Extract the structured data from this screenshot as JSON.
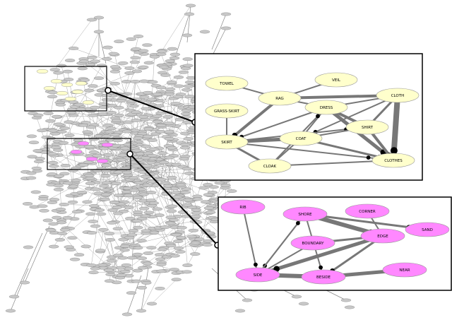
{
  "colors": {
    "background": "#ffffff",
    "network_node": "#c8c8c8",
    "network_edge": "#555555",
    "clothing_cluster": "#ffffcc",
    "place_cluster": "#ff88ff",
    "highlight_box_edge": "#000000",
    "inset_edge": "#777777"
  },
  "clothing_inset": {
    "nodes": [
      {
        "id": "towel",
        "label": "TOWEL"
      },
      {
        "id": "veil",
        "label": "VEIL"
      },
      {
        "id": "rag",
        "label": "RAG"
      },
      {
        "id": "cloth",
        "label": "CLOTH"
      },
      {
        "id": "dress",
        "label": "DRESS"
      },
      {
        "id": "grass_skirt",
        "label": "GRASS-SKIRT"
      },
      {
        "id": "shirt",
        "label": "SHIRT"
      },
      {
        "id": "skirt",
        "label": "SKIRT"
      },
      {
        "id": "coat",
        "label": "COAT"
      },
      {
        "id": "cloak",
        "label": "CLOAK"
      },
      {
        "id": "clothes",
        "label": "CLOTHES"
      }
    ],
    "edges": [
      [
        "towel",
        "rag",
        2
      ],
      [
        "veil",
        "rag",
        2
      ],
      [
        "rag",
        "cloth",
        4
      ],
      [
        "rag",
        "dress",
        2
      ],
      [
        "rag",
        "skirt",
        4
      ],
      [
        "dress",
        "cloth",
        2
      ],
      [
        "dress",
        "shirt",
        4
      ],
      [
        "dress",
        "clothes",
        5
      ],
      [
        "dress",
        "coat",
        2
      ],
      [
        "dress",
        "skirt",
        2
      ],
      [
        "cloth",
        "shirt",
        3
      ],
      [
        "cloth",
        "clothes",
        8
      ],
      [
        "cloth",
        "coat",
        2
      ],
      [
        "grass_skirt",
        "skirt",
        2
      ],
      [
        "skirt",
        "coat",
        5
      ],
      [
        "skirt",
        "shirt",
        2
      ],
      [
        "skirt",
        "clothes",
        2
      ],
      [
        "skirt",
        "cloak",
        3
      ],
      [
        "coat",
        "cloak",
        2
      ],
      [
        "coat",
        "clothes",
        3
      ],
      [
        "shirt",
        "clothes",
        4
      ],
      [
        "shirt",
        "coat",
        2
      ],
      [
        "cloak",
        "clothes",
        2
      ],
      [
        "cloak",
        "dress",
        2
      ]
    ]
  },
  "place_inset": {
    "nodes": [
      {
        "id": "rib",
        "label": "RIB"
      },
      {
        "id": "shore",
        "label": "SHORE"
      },
      {
        "id": "corner",
        "label": "CORNER"
      },
      {
        "id": "sand",
        "label": "SAND"
      },
      {
        "id": "boundary",
        "label": "BOUNDARY"
      },
      {
        "id": "edge",
        "label": "EDGE"
      },
      {
        "id": "side",
        "label": "SIDE"
      },
      {
        "id": "beside",
        "label": "BESIDE"
      },
      {
        "id": "near",
        "label": "NEAR"
      }
    ],
    "edges": [
      [
        "rib",
        "side",
        2
      ],
      [
        "shore",
        "side",
        2
      ],
      [
        "shore",
        "edge",
        6
      ],
      [
        "shore",
        "beside",
        2
      ],
      [
        "shore",
        "sand",
        3
      ],
      [
        "corner",
        "edge",
        2
      ],
      [
        "boundary",
        "edge",
        3
      ],
      [
        "edge",
        "side",
        5
      ],
      [
        "edge",
        "beside",
        3
      ],
      [
        "side",
        "beside",
        6
      ],
      [
        "beside",
        "near",
        5
      ],
      [
        "boundary",
        "side",
        2
      ],
      [
        "side",
        "shore",
        2
      ]
    ]
  }
}
